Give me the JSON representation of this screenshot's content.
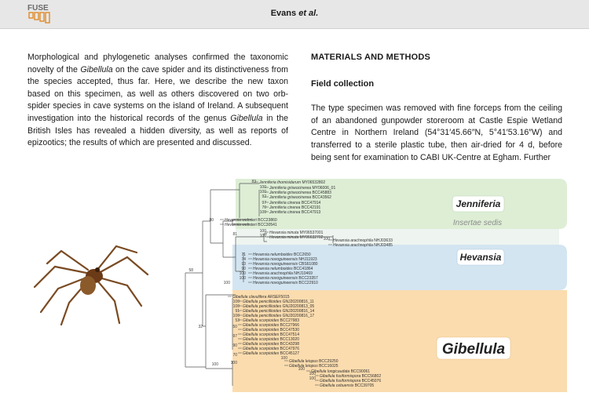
{
  "header": {
    "logo_text": "FUSE",
    "author": "Evans",
    "etal": "et al."
  },
  "left_column": {
    "p1_a": "Morphological and phylogenetic analyses confirmed the taxonomic novelty of the ",
    "p1_genus": "Gibellula",
    "p1_b": " on the cave spider and its distinctiveness from the species accepted, thus far. Here, we describe the new taxon based on this specimen, as well as others discovered on two orb-spider species in cave systems on the island of Ireland. A subsequent investigation into the historical records of the genus ",
    "p1_genus2": "Gibellula",
    "p1_c": " in the British Isles has revealed a hidden diversity, as well as reports of epizootics; the results of which are presented and discussed."
  },
  "right_column": {
    "section_heading": "MATERIALS AND METHODS",
    "subheading": "Field collection",
    "p1": "The type specimen was removed with fine forceps from the ceiling of an abandoned gunpowder storeroom at Castle Espie Wetland Centre in Northern Ireland (54°31′45.66″N, 5°41′53.16″W) and transferred to a sterile plastic tube, then air-dried for 4 d, before being sent for examination to CABI UK-Centre at Egham. Further"
  },
  "figure": {
    "clades": {
      "jenniferia": "Jenniferia",
      "insertae": "Insertae sedis",
      "hevansia": "Hevansia",
      "gibellula": "Gibellula"
    },
    "tips": [
      {
        "genus": "Jenniferia thomisidarum",
        "code": "MY06532802"
      },
      {
        "genus": "Jenniferia griseocinerea",
        "code": "MY06006_01"
      },
      {
        "genus": "Jenniferia griseocinerea",
        "code": "BCC45883"
      },
      {
        "genus": "Jenniferia griseocinerea",
        "code": "BCC43562"
      },
      {
        "genus": "Jenniferia cinerea",
        "code": "BCC47914"
      },
      {
        "genus": "Jenniferia cinerea",
        "code": "BCC42191"
      },
      {
        "genus": "Jenniferia cinerea",
        "code": "BCC47913"
      },
      {
        "genus": "Hevansia websteri",
        "code": "BCC23860"
      },
      {
        "genus": "Hevansia websteri",
        "code": "BCC30541"
      },
      {
        "genus": "Hevansia minuta",
        "code": "MY06537001"
      },
      {
        "genus": "Hevansia minuta",
        "code": "MY06632702"
      },
      {
        "genus": "Hevansia arachnophila",
        "code": "NHJ03633"
      },
      {
        "genus": "Hevansia arachnophila",
        "code": "NHJ03485"
      },
      {
        "genus": "Hevansia nelumboides",
        "code": "BCC2650"
      },
      {
        "genus": "Hevansia novoguineensis",
        "code": "NHJ11923"
      },
      {
        "genus": "Hevansia novoguineensis",
        "code": "CBS61080"
      },
      {
        "genus": "Hevansia nelumboides",
        "code": "BCC41864"
      },
      {
        "genus": "Hevansia arachnophila",
        "code": "NHJ10469"
      },
      {
        "genus": "Hevansia novoguineensis",
        "code": "BCC23357"
      },
      {
        "genus": "Hevansia novoguineensis",
        "code": "BCC22910"
      },
      {
        "genus": "Gibellula clavulifera",
        "code": "ARSEF5015"
      },
      {
        "genus": "Gibellula penicillioides",
        "code": "GNJ20200816_11"
      },
      {
        "genus": "Gibellula penicillioides",
        "code": "GNJ20200813_05"
      },
      {
        "genus": "Gibellula penicillioides",
        "code": "GNJ20200816_14"
      },
      {
        "genus": "Gibellula penicillioides",
        "code": "GNJ20200816_17"
      },
      {
        "genus": "Gibellula scorpioides",
        "code": "BCC27983"
      },
      {
        "genus": "Gibellula scorpioides",
        "code": "BCC27966"
      },
      {
        "genus": "Gibellula scorpioides",
        "code": "BCC47530"
      },
      {
        "genus": "Gibellula scorpioides",
        "code": "BCC47514"
      },
      {
        "genus": "Gibellula scorpioides",
        "code": "BCC13020"
      },
      {
        "genus": "Gibellula scorpioides",
        "code": "BCC43298"
      },
      {
        "genus": "Gibellula scorpioides",
        "code": "BCC47976"
      },
      {
        "genus": "Gibellula scorpioides",
        "code": "BCC45127"
      },
      {
        "genus": "Gibellula leiopus",
        "code": "BCC29250"
      },
      {
        "genus": "Gibellula leiopus",
        "code": "BCC16025"
      },
      {
        "genus": "Gibellula longicaudata",
        "code": "BCC90061"
      },
      {
        "genus": "Gibellula fusiformispora",
        "code": "BCC56802"
      },
      {
        "genus": "Gibellula fusiformispora",
        "code": "BCC45076"
      },
      {
        "genus": "Gibellula cebuensis",
        "code": "BCC39705"
      }
    ],
    "support": [
      "83",
      "100",
      "100",
      "92",
      "97",
      "70",
      "100",
      "58",
      "80",
      "100",
      "100",
      "100",
      "81",
      "71",
      "74",
      "93",
      "90",
      "100",
      "100",
      "100",
      "100",
      "100",
      "91",
      "100",
      "53",
      "50",
      "97",
      "90",
      "70",
      "100",
      "32",
      "100",
      "100",
      "100",
      "100",
      "100"
    ]
  }
}
